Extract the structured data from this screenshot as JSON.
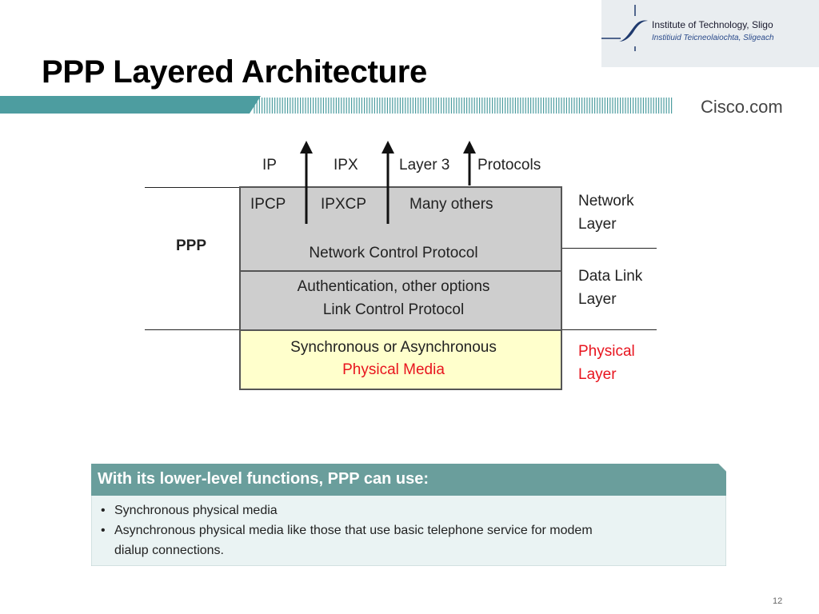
{
  "header": {
    "institute": "Institute of Technology, Sligo",
    "institute_irish": "Institiuid Teicneolaiochta, Sligeach",
    "title": "PPP Layered Architecture",
    "brand": "Cisco.com"
  },
  "diagram": {
    "protocols": [
      "IP",
      "IPX",
      "Layer 3",
      "Protocols"
    ],
    "ncp_items": [
      "IPCP",
      "IPXCP",
      "Many others"
    ],
    "ncp_label": "Network Control Protocol",
    "lcp_line1": "Authentication, other options",
    "lcp_line2": "Link Control Protocol",
    "media_line1": "Synchronous or Asynchronous",
    "media_line2": "Physical Media",
    "ppp_label": "PPP",
    "layers": {
      "network": [
        "Network",
        "Layer"
      ],
      "data_link": [
        "Data Link",
        "Layer"
      ],
      "physical": [
        "Physical",
        "Layer"
      ]
    }
  },
  "callout": {
    "heading": "With its lower-level functions, PPP can use:",
    "bullet_char": "•",
    "bullets": [
      [
        "Synchronous physical media"
      ],
      [
        "Asynchronous physical media like those that use basic telephone service for modem",
        "dialup connections."
      ]
    ]
  },
  "footer": {
    "page": "12"
  },
  "colors": {
    "band": "#4d9da0",
    "callout_header": "#6a9e9c",
    "callout_body": "#eaf3f3",
    "red": "#e8141e",
    "gray_box": "#cecece",
    "yellow_box": "#ffffcc"
  },
  "icons": [
    "swoosh-logo-icon",
    "arrow-up-icon"
  ]
}
